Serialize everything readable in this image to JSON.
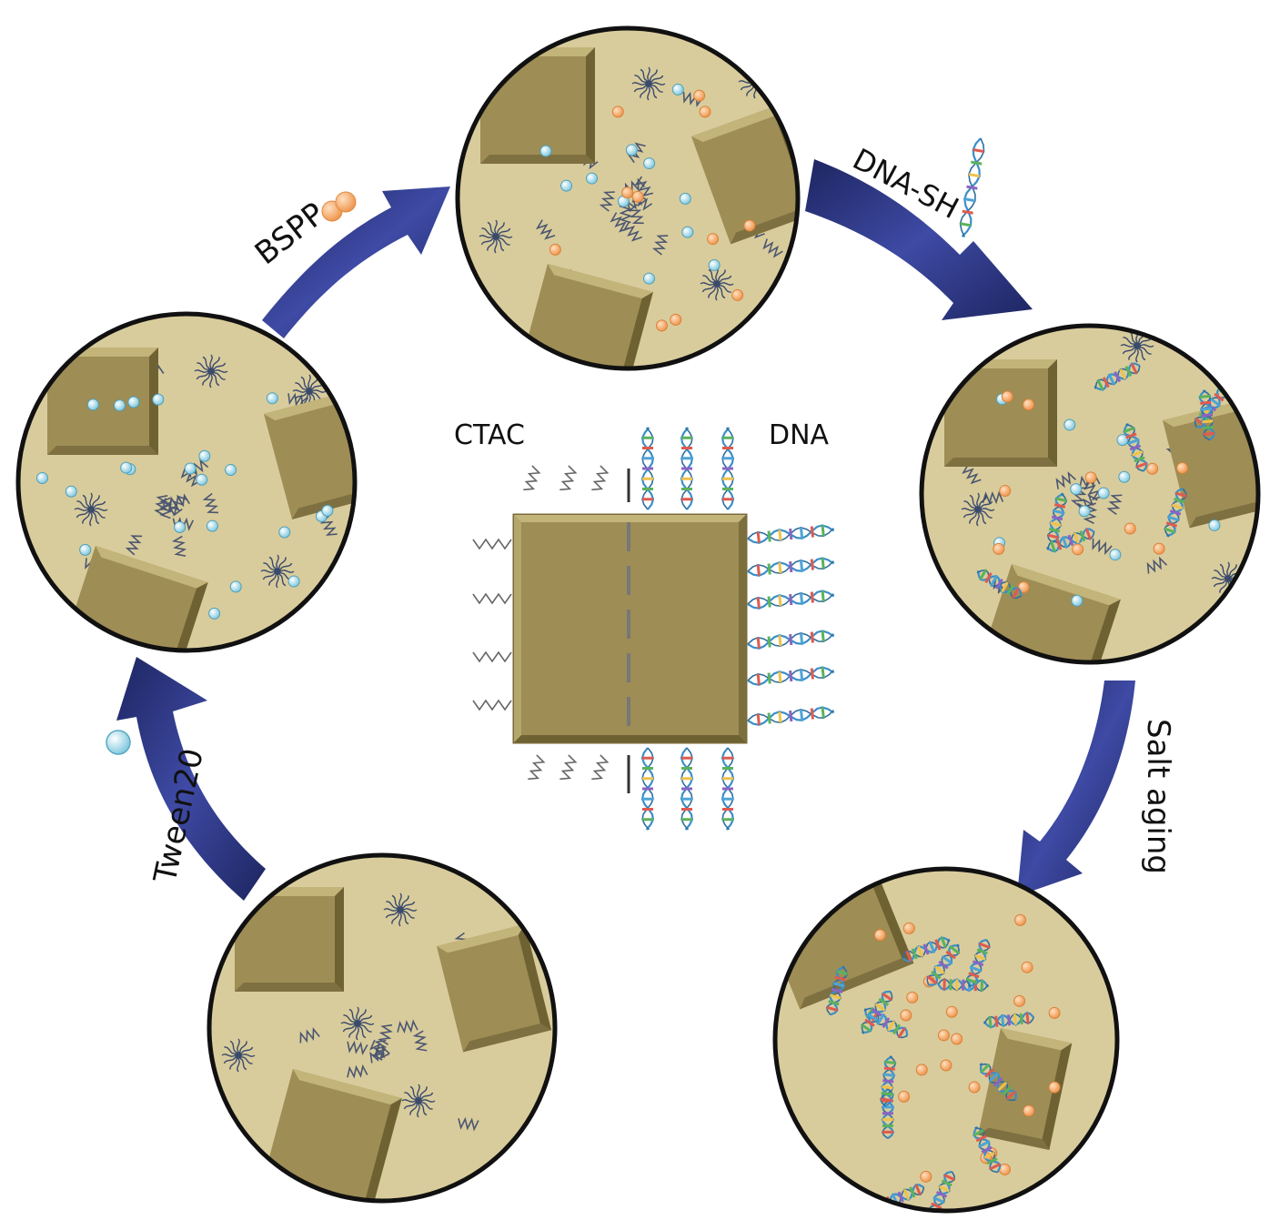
{
  "labels": {
    "ctac": "CTAC",
    "dna": "DNA",
    "bspp": "BSPP",
    "dna_sh": "DNA-SH",
    "salt_aging": "Salt aging",
    "tween20": "Tween20"
  },
  "colors": {
    "background": "#ffffff",
    "circle_fill": "#d9cc9c",
    "circle_stroke": "#111111",
    "cube_face": "#9e8d55",
    "cube_edge_light": "#c3b47a",
    "cube_edge_dark": "#6f6232",
    "arrow_dark": "#1d2560",
    "arrow_mid": "#3e4aa4",
    "tween_bead": "#8fd3e6",
    "bspp_bead": "#f2a35a",
    "micelle": "#3a4a6b",
    "dna_colors": [
      "#4ea4d6",
      "#e05a4f",
      "#5cb25c",
      "#f0c24a",
      "#8d63c2"
    ]
  }
}
